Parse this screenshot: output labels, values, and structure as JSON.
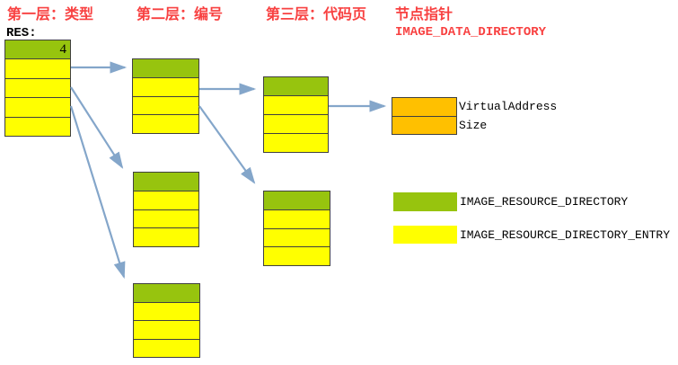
{
  "title_labels": {
    "layer1": "第一层：类型",
    "layer2": "第二层：编号",
    "layer3": "第三层：代码页",
    "node_pointer": "节点指针"
  },
  "texts": {
    "res": "RES:",
    "image_data_directory": "IMAGE_DATA_DIRECTORY"
  },
  "colors": {
    "label_red": "#f84141",
    "directory_green": "#97c40e",
    "entry_yellow": "#ffff00",
    "data_directory_orange": "#ffc000",
    "arrow_blue": "#84a6ca",
    "table_border": "#404040",
    "text_black": "#000000"
  },
  "diagram": {
    "nodes": {
      "root": {
        "layer": "type",
        "header_text": "4",
        "header_rows": 1,
        "entry_rows": 4
      },
      "name1": {
        "layer": "name",
        "header_text": "",
        "header_rows": 1,
        "entry_rows": 3
      },
      "name2": {
        "layer": "name",
        "header_text": "",
        "header_rows": 1,
        "entry_rows": 3
      },
      "name3": {
        "layer": "name",
        "header_text": "",
        "header_rows": 1,
        "entry_rows": 3
      },
      "codepage1": {
        "layer": "codepage",
        "header_text": "",
        "header_rows": 1,
        "entry_rows": 3
      },
      "codepage2": {
        "layer": "codepage",
        "header_text": "",
        "header_rows": 1,
        "entry_rows": 3
      },
      "data_directory": {
        "fields": [
          "VirtualAddress",
          "Size"
        ]
      }
    },
    "connections": [
      {
        "from": "root.entry1",
        "to": "name1"
      },
      {
        "from": "root.entry2",
        "to": "name2"
      },
      {
        "from": "root.entry3",
        "to": "name3"
      },
      {
        "from": "name1.entry1",
        "to": "codepage1"
      },
      {
        "from": "name1.entry2",
        "to": "codepage2"
      },
      {
        "from": "codepage1.entry1",
        "to": "data_directory"
      }
    ]
  },
  "legend": {
    "items": [
      {
        "color_key": "directory_green",
        "label": "IMAGE_RESOURCE_DIRECTORY"
      },
      {
        "color_key": "entry_yellow",
        "label": "IMAGE_RESOURCE_DIRECTORY_ENTRY"
      }
    ]
  }
}
